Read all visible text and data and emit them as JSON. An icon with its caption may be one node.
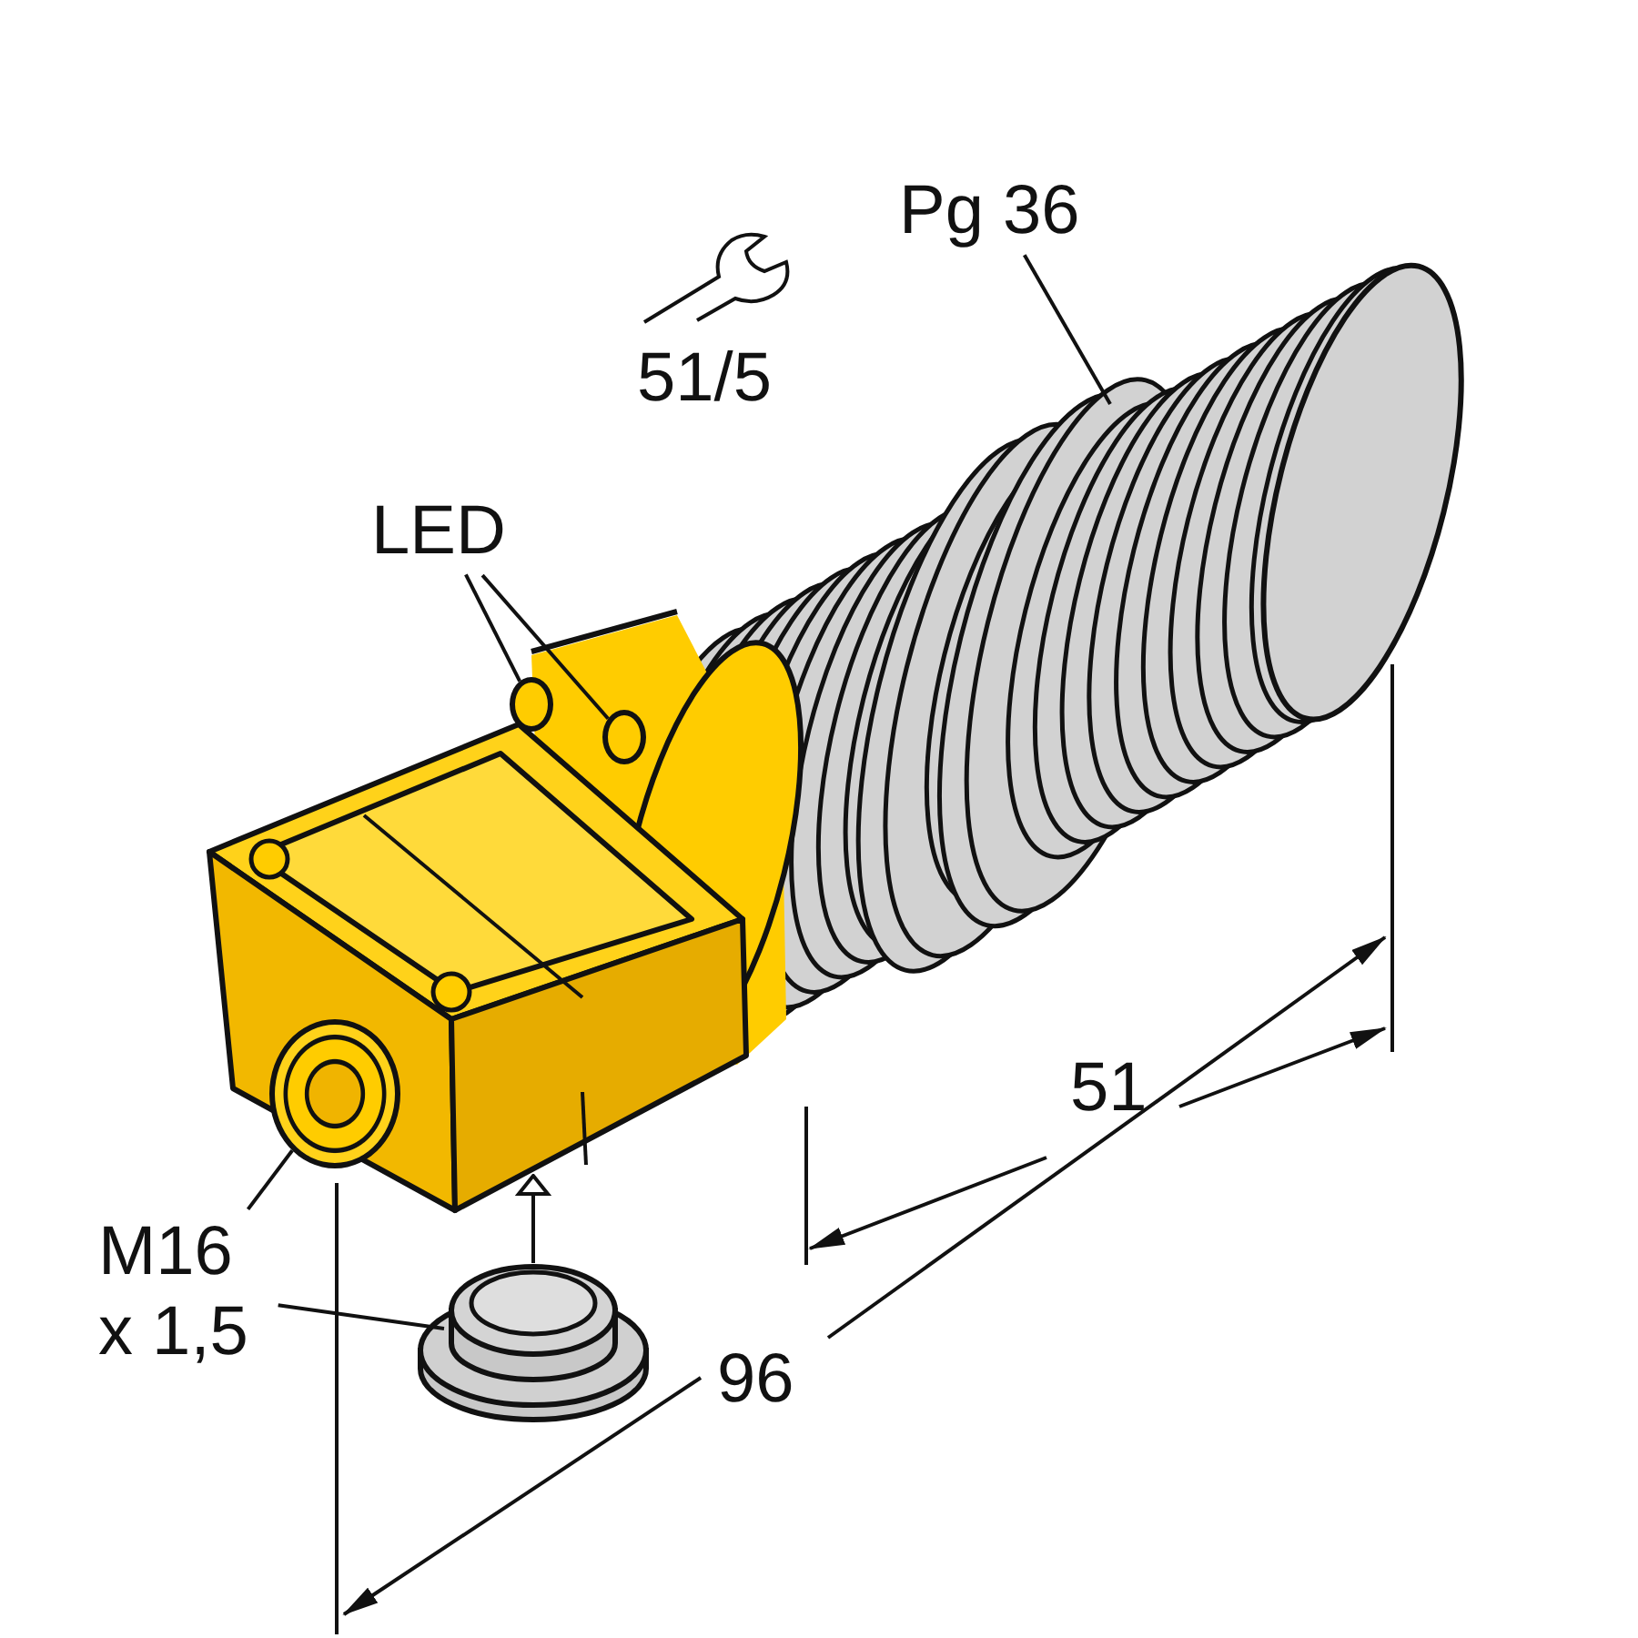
{
  "diagram": {
    "nodes": [
      {
        "text": [
          "Pg 36"
        ]
      },
      {
        "text": [],
        "shape": "cylinder"
      },
      {
        "text": [
          "LED"
        ]
      },
      {
        "text": [],
        "shape": "circle",
        "in": 5
      },
      {
        "text": [],
        "shape": "circle"
      },
      {
        "text": [],
        "shape": "box"
      },
      {
        "text": [],
        "shape": "circle",
        "in": 5
      },
      {
        "text": [
          "M16 x 1,5"
        ]
      },
      {
        "text": [],
        "shape": "cylinder"
      }
    ],
    "edges": [
      {
        "from": 0,
        "to": 1,
        "arrow": "none"
      },
      {
        "from": 2,
        "to": 3,
        "arrow": "none"
      },
      {
        "from": 2,
        "to": 4,
        "arrow": "none"
      },
      {
        "from": 7,
        "to": 6,
        "arrow": "none"
      },
      {
        "from": 7,
        "to": 8,
        "arrow": "none"
      },
      {
        "from": 8,
        "to": 5,
        "arrow": "to"
      }
    ],
    "labels": [
      "51/5",
      "51",
      "96"
    ]
  }
}
